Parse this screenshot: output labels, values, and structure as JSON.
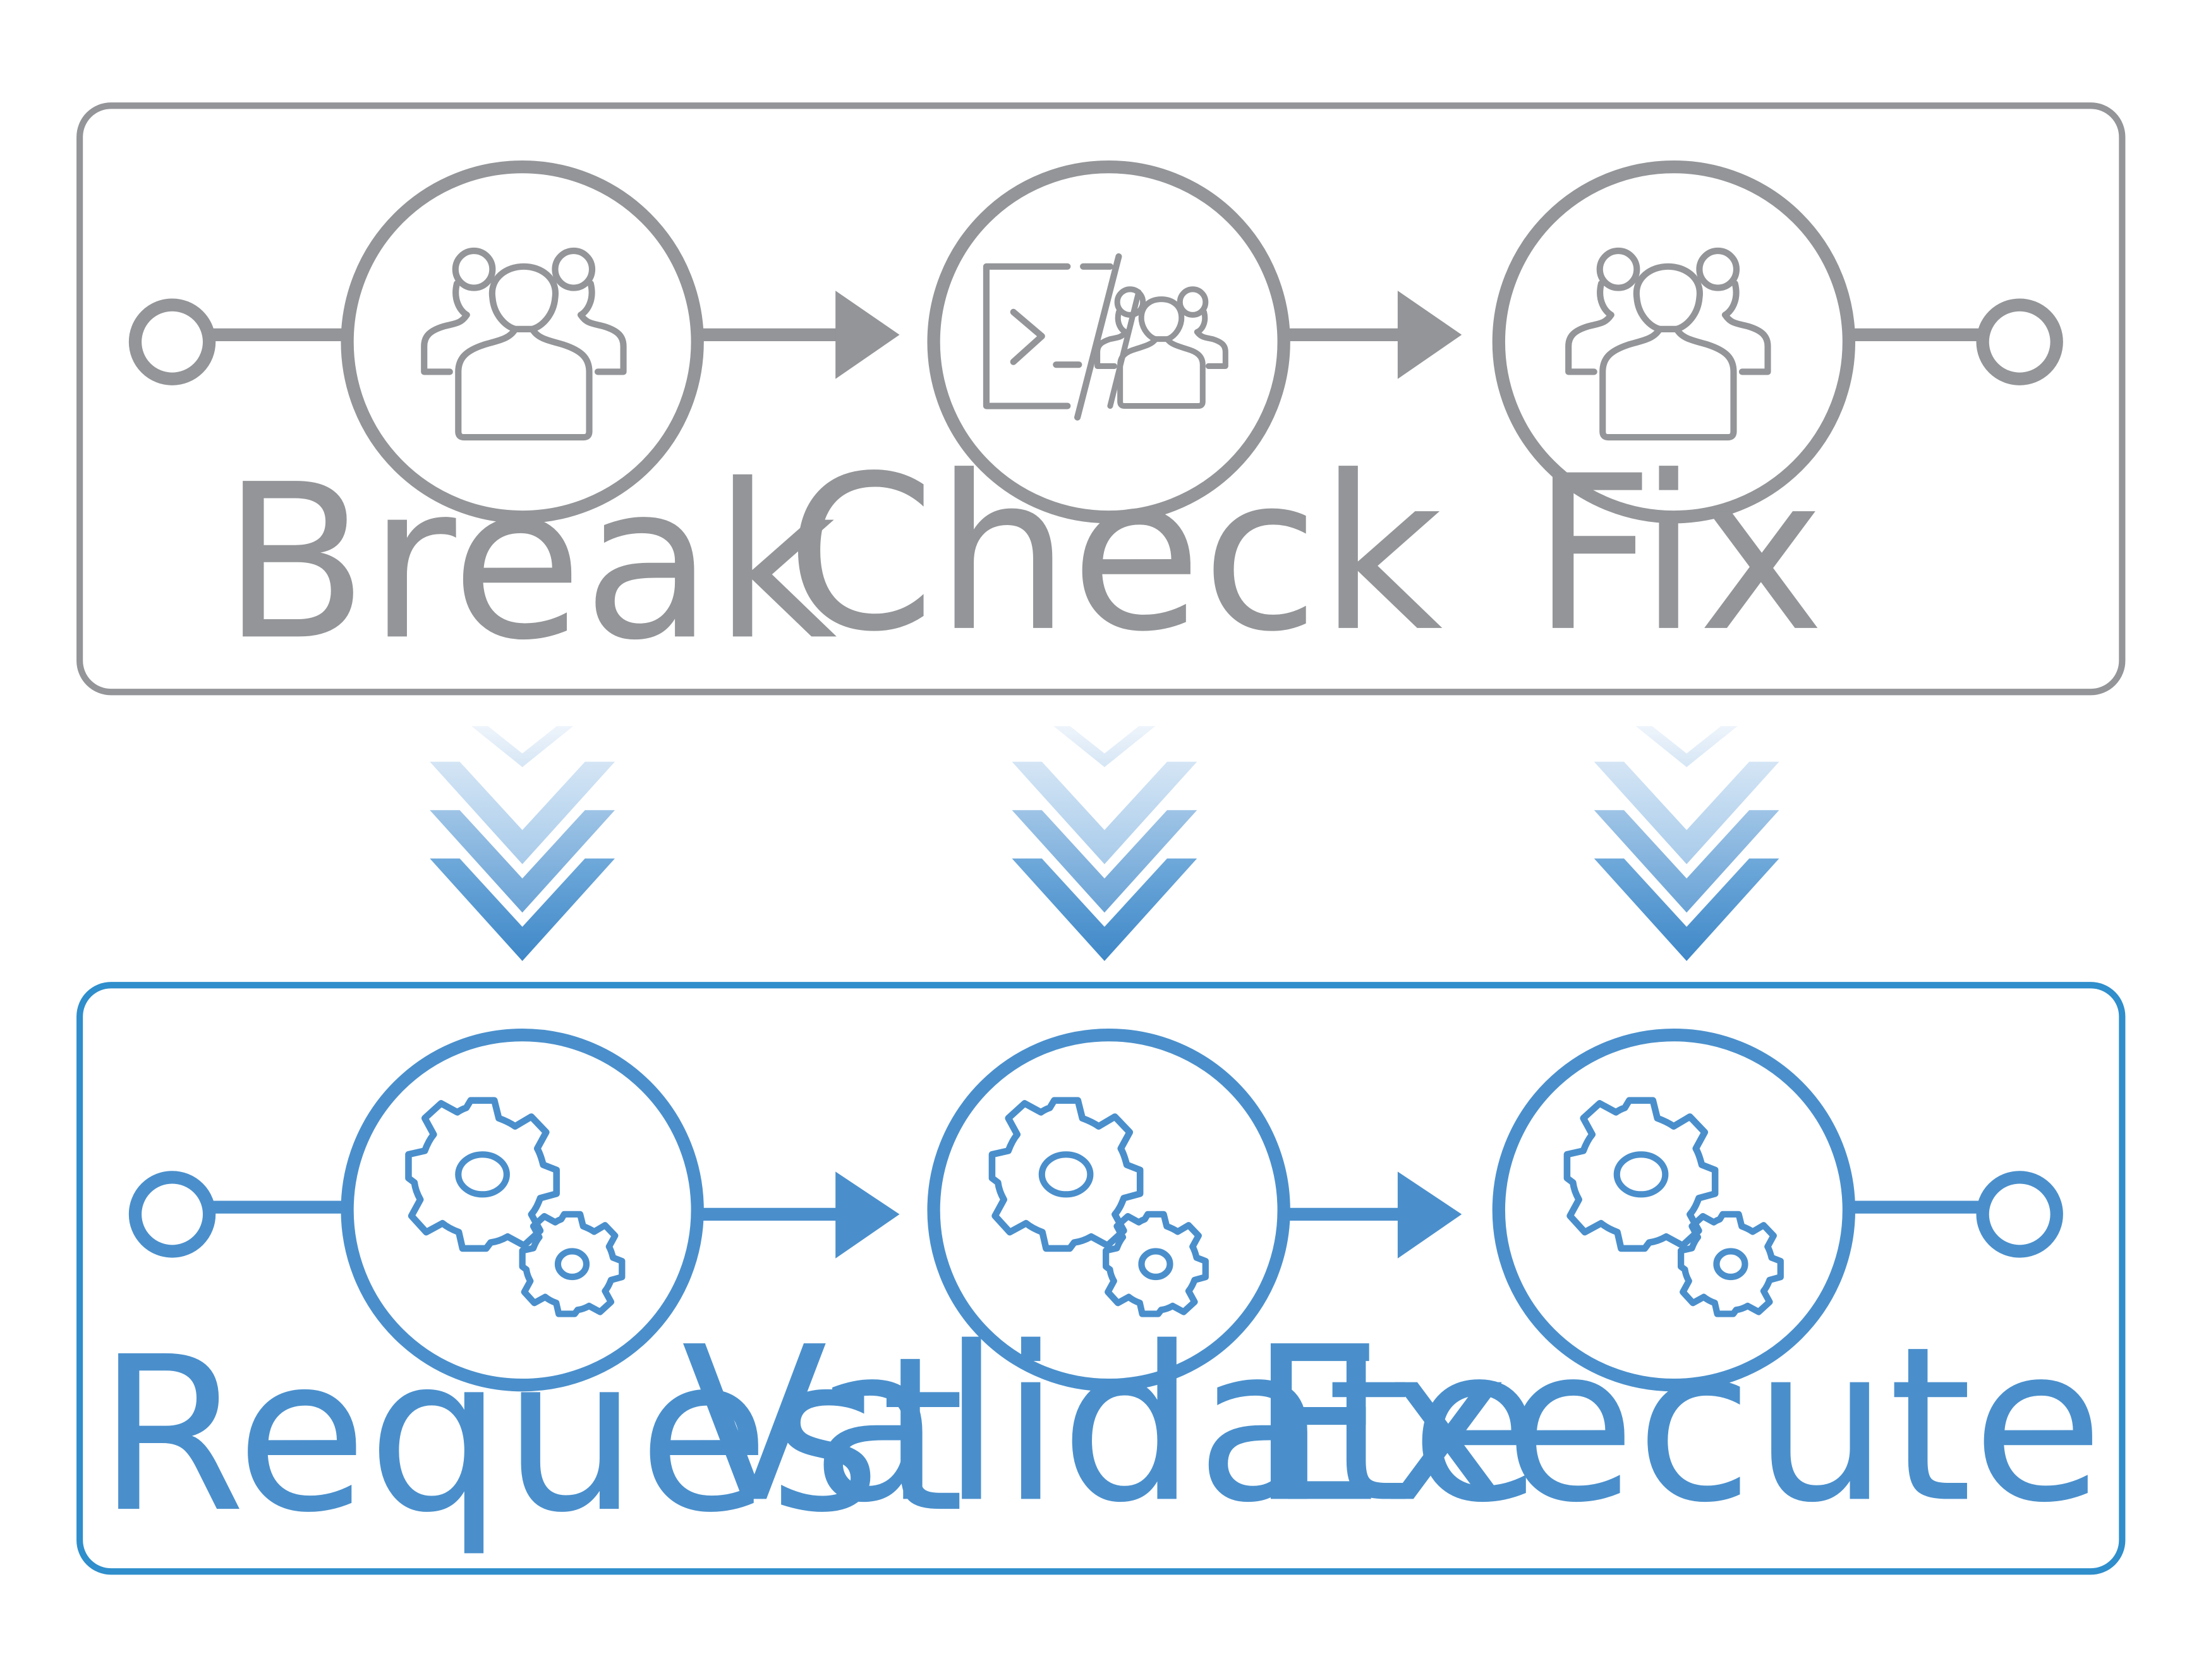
{
  "colors": {
    "manual": "#939598",
    "automated": "#4a8fcc",
    "automated_frame": "#2f8ecb",
    "background": "#ffffff"
  },
  "manual_flow": {
    "steps": [
      {
        "label": "Break",
        "icon": "people-group-icon"
      },
      {
        "label": "Check",
        "icon": "terminal-people-icon"
      },
      {
        "label": "Fix",
        "icon": "people-group-icon"
      }
    ]
  },
  "automated_flow": {
    "steps": [
      {
        "label": "Request",
        "icon": "gears-icon"
      },
      {
        "label": "Validate",
        "icon": "gears-icon"
      },
      {
        "label": "Execute",
        "icon": "gears-icon"
      }
    ]
  },
  "transition": {
    "icon": "chevrons-down-icon"
  }
}
